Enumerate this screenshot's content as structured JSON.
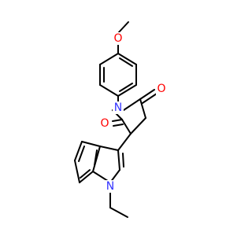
{
  "molecule": {
    "colors": {
      "carbon_bond": "#000000",
      "nitrogen": "#3333ff",
      "oxygen": "#ff0000",
      "background": "#ffffff"
    },
    "atoms": {
      "methoxy_o": "O",
      "imide_o_top": "O",
      "imide_o_left": "O",
      "imide_n": "N",
      "indole_n": "N"
    }
  }
}
